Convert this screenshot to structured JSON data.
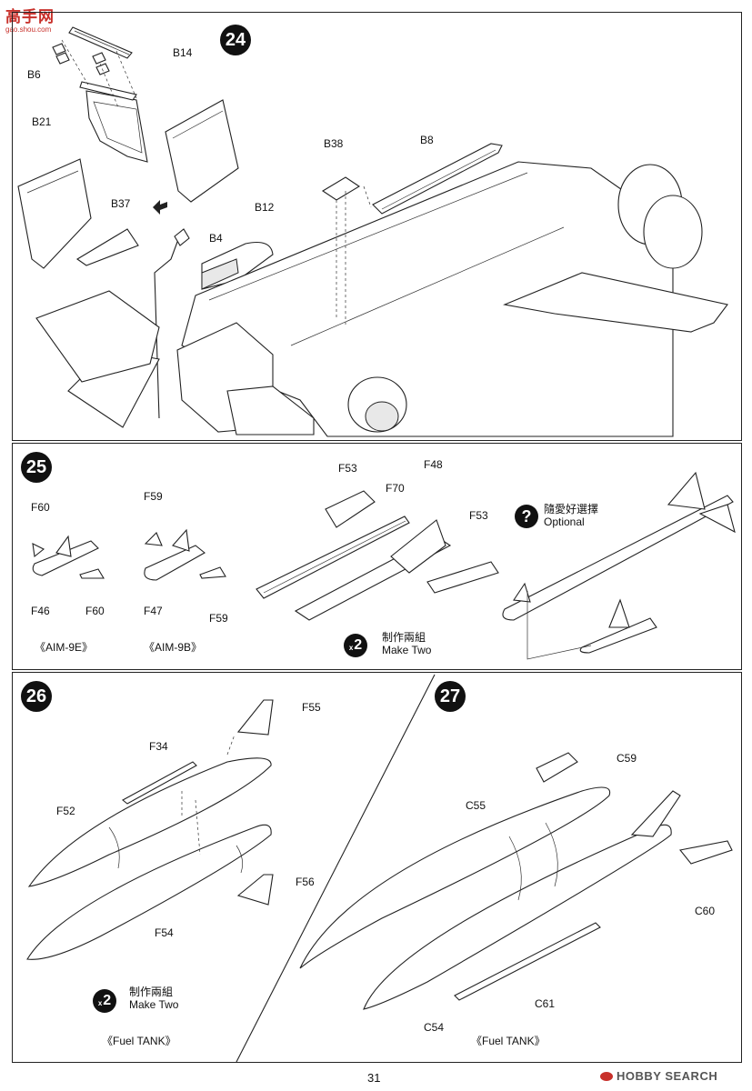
{
  "watermark": {
    "text": "高手网",
    "sub": "gao.shou.com"
  },
  "steps": {
    "s24": "24",
    "s25": "25",
    "s26": "26",
    "s27": "27"
  },
  "step24": {
    "labels": {
      "b14": "B14",
      "b6": "B6",
      "b21": "B21",
      "b37": "B37",
      "b4": "B4",
      "b12": "B12",
      "b38": "B38",
      "b8": "B8"
    }
  },
  "step25": {
    "labels": {
      "f60a": "F60",
      "f46": "F46",
      "f60b": "F60",
      "f59a": "F59",
      "f47": "F47",
      "f59b": "F59",
      "f53a": "F53",
      "f70": "F70",
      "f48": "F48",
      "f53b": "F53"
    },
    "captions": {
      "aim9e": "《AIM-9E》",
      "aim9b": "《AIM-9B》"
    },
    "make_two": {
      "x": "x",
      "num": "2",
      "zh": "制作兩組",
      "en": "Make Two"
    },
    "optional": {
      "icon": "?",
      "zh": "隨愛好選擇",
      "en": "Optional"
    }
  },
  "step26": {
    "labels": {
      "f55": "F55",
      "f34": "F34",
      "f52": "F52",
      "f56": "F56",
      "f54": "F54"
    },
    "make_two": {
      "x": "x",
      "num": "2",
      "zh": "制作兩組",
      "en": "Make Two"
    },
    "caption": "《Fuel TANK》"
  },
  "step27": {
    "labels": {
      "c59": "C59",
      "c55": "C55",
      "c60": "C60",
      "c61": "C61",
      "c54": "C54"
    },
    "caption": "《Fuel TANK》"
  },
  "footer": {
    "page_number": "31",
    "brand": "HOBBY SEARCH"
  }
}
